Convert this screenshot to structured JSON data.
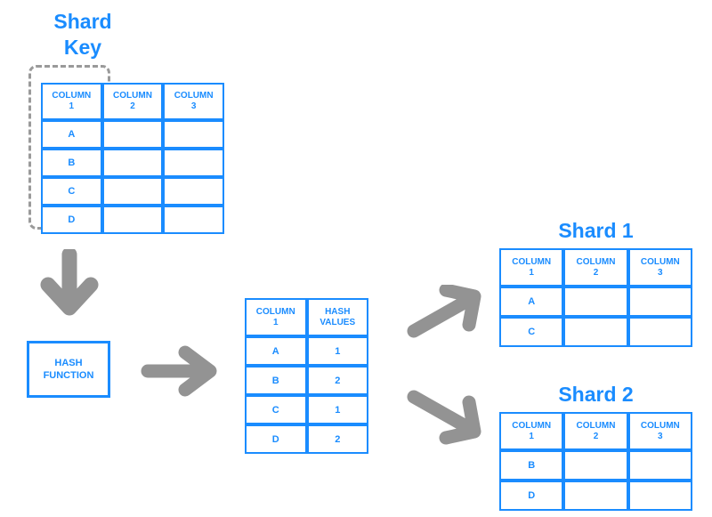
{
  "diagram": {
    "title_shard_key": "Shard\nKey",
    "colors": {
      "accent_blue": "#1a8cff",
      "arrow_gray": "#939393",
      "dashed_gray": "#9a9a9a",
      "background": "#ffffff"
    }
  },
  "source_table": {
    "headers": [
      "COLUMN\n1",
      "COLUMN\n2",
      "COLUMN\n3"
    ],
    "rows": [
      [
        "A",
        "",
        ""
      ],
      [
        "B",
        "",
        ""
      ],
      [
        "C",
        "",
        ""
      ],
      [
        "D",
        "",
        ""
      ]
    ]
  },
  "hash_function": {
    "label": "HASH\nFUNCTION"
  },
  "hash_table": {
    "headers": [
      "COLUMN\n1",
      "HASH\nVALUES"
    ],
    "rows": [
      [
        "A",
        "1"
      ],
      [
        "B",
        "2"
      ],
      [
        "C",
        "1"
      ],
      [
        "D",
        "2"
      ]
    ]
  },
  "shard1": {
    "title": "Shard 1",
    "headers": [
      "COLUMN\n1",
      "COLUMN\n2",
      "COLUMN\n3"
    ],
    "rows": [
      [
        "A",
        "",
        ""
      ],
      [
        "C",
        "",
        ""
      ]
    ]
  },
  "shard2": {
    "title": "Shard 2",
    "headers": [
      "COLUMN\n1",
      "COLUMN\n2",
      "COLUMN\n3"
    ],
    "rows": [
      [
        "B",
        "",
        ""
      ],
      [
        "D",
        "",
        ""
      ]
    ]
  },
  "arrows": {
    "down": "arrow-down-icon",
    "right": "arrow-right-icon",
    "up_right": "arrow-up-right-icon",
    "down_right": "arrow-down-right-icon"
  }
}
